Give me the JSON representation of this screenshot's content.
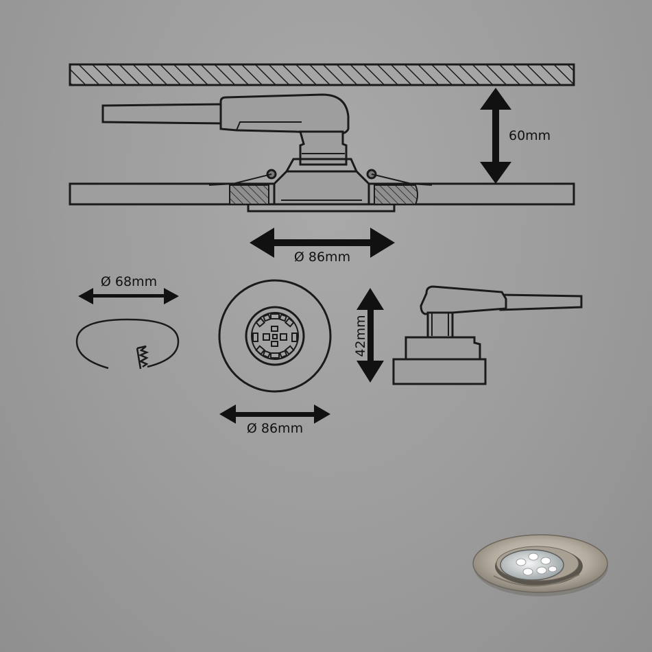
{
  "dimensions": {
    "height_install": "60mm",
    "diameter_top": "Ø 86mm",
    "cutout": "Ø 68mm",
    "diameter_front": "Ø 86mm",
    "height_body": "42mm"
  },
  "colors": {
    "background": "#9c9c9c",
    "line": "#1a1a1a",
    "hatch_fill": "#8a8a8a"
  },
  "product_photo": {
    "description_icon": "recessed-spotlight-photo-icon",
    "finish_color": "#b8b0a0"
  }
}
